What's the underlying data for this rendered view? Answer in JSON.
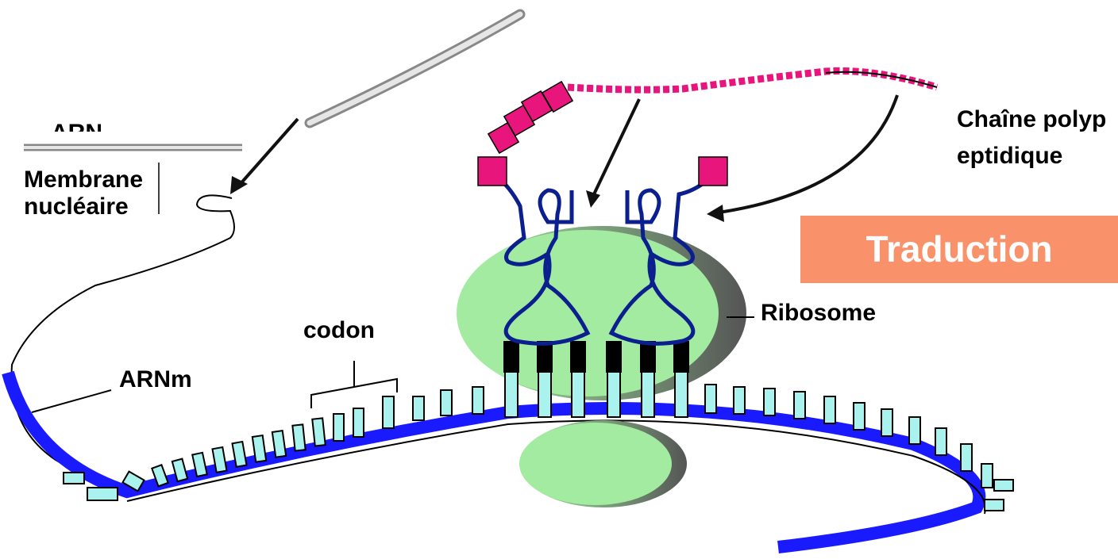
{
  "labels": {
    "arn_top": "ARN",
    "membrane": "Membrane nucléaire",
    "codon": "codon",
    "arnm": "ARNm",
    "ribosome": "Ribosome",
    "chaine": "Chaîne polypeptidique",
    "traduction": "Traduction"
  },
  "colors": {
    "mrna_backbone": "#1a1aff",
    "bases": "#aaf2ee",
    "ribosome": "#a2eba0",
    "trna": "#0b1f8f",
    "amino_acid": "#e8157d",
    "traduction_box": "#f9926a",
    "traduction_text": "#ffffff"
  }
}
